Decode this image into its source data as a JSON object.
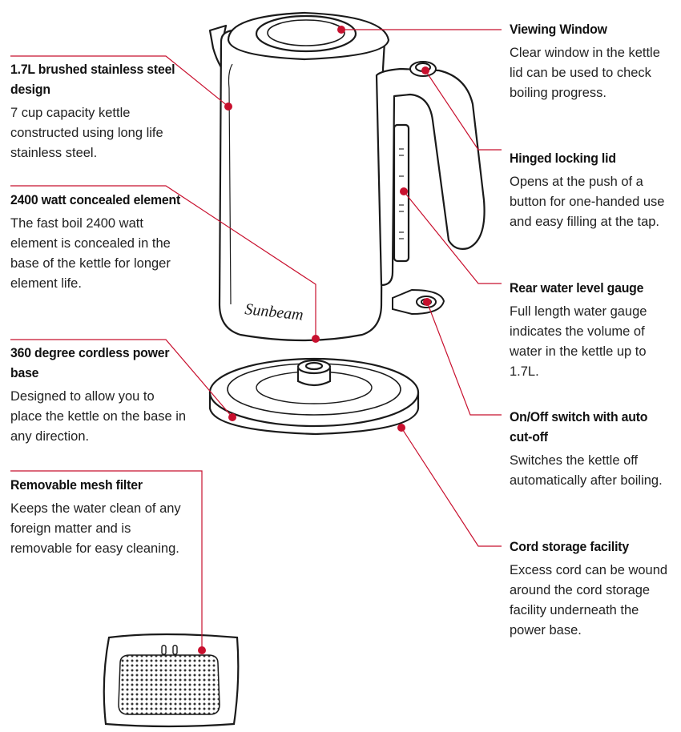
{
  "brand": {
    "logo_text": "Sunbeam"
  },
  "accent_color": "#c8102e",
  "callouts": {
    "stainless": {
      "title": "1.7L brushed stainless steel design",
      "desc": "7 cup capacity kettle constructed using long life stainless steel."
    },
    "element": {
      "title": "2400 watt concealed element",
      "desc": "The fast boil 2400 watt element is concealed in the base of the kettle for longer element life."
    },
    "base": {
      "title": "360 degree cordless power base",
      "desc": "Designed to allow you to place the kettle on the base in any direction."
    },
    "filter": {
      "title": "Removable mesh filter",
      "desc": "Keeps the water clean of any foreign matter and is removable for easy cleaning."
    },
    "window": {
      "title": "Viewing Window",
      "desc": "Clear window in the kettle lid can be used to check boiling progress."
    },
    "lid": {
      "title": "Hinged locking lid",
      "desc": "Opens at the push of a button for one-handed use and easy filling at the tap."
    },
    "gauge": {
      "title": "Rear water level gauge",
      "desc": "Full length water gauge indicates the volume of water in the kettle up to 1.7L."
    },
    "switch": {
      "title": "On/Off switch with auto cut-off",
      "desc": "Switches the kettle off automatically after boiling."
    },
    "cord": {
      "title": "Cord storage facility",
      "desc": "Excess cord can be wound around the cord storage facility underneath the power base."
    }
  }
}
